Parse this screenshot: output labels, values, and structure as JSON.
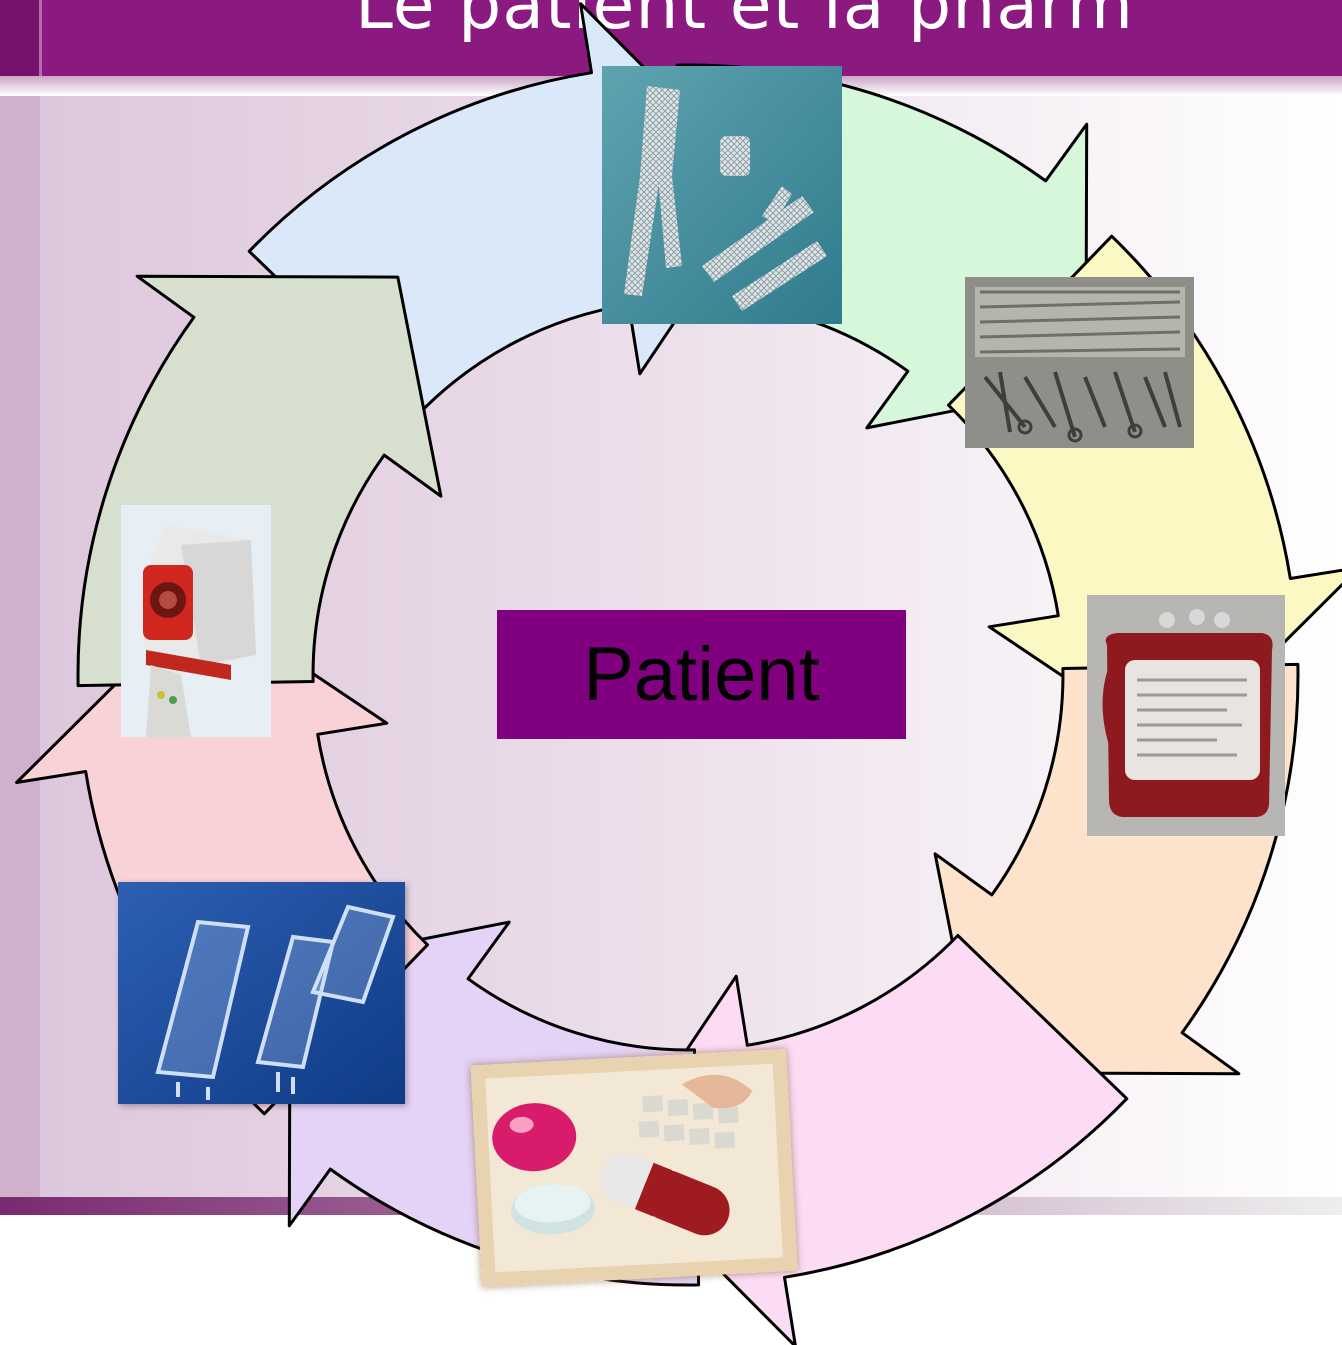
{
  "slide": {
    "title": "Le patient et la pharm",
    "center_label": "Patient"
  },
  "colors": {
    "header": "#8a1a7f",
    "center_box": "#800080",
    "arrow_fills": [
      "#dae8fa",
      "#d6f7d9",
      "#fbf8c4",
      "#fde3cc",
      "#fcdcf5",
      "#e5d3f7",
      "#f9d2d8",
      "#d7e0cf"
    ]
  },
  "images": [
    {
      "name": "stents-photo",
      "icon": "stent"
    },
    {
      "name": "surgical-instruments-photo",
      "icon": "instruments-tray"
    },
    {
      "name": "blood-bag-photo",
      "icon": "blood-bag"
    },
    {
      "name": "pills-keyboard-photo",
      "icon": "pills"
    },
    {
      "name": "iv-bags-photo",
      "icon": "iv-bags"
    },
    {
      "name": "medical-device-photo",
      "icon": "device"
    }
  ]
}
